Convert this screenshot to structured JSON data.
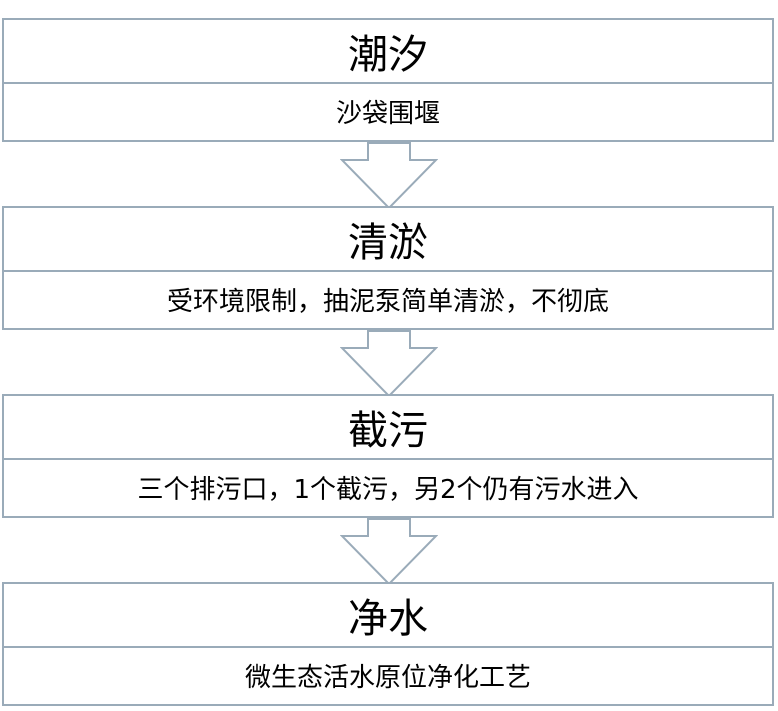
{
  "steps": [
    {
      "title": "潮汐",
      "description": "沙袋围堰"
    },
    {
      "title": "清淤",
      "description": "受环境限制，抽泥泵简单清淤，不彻底"
    },
    {
      "title": "截污",
      "description": "三个排污口，1个截污，另2个仍有污水进入"
    },
    {
      "title": "净水",
      "description": "微生态活水原位净化工艺"
    }
  ],
  "colors": {
    "border": "#9aabb9",
    "arrow_fill": "#ffffff",
    "text": "#000000"
  }
}
